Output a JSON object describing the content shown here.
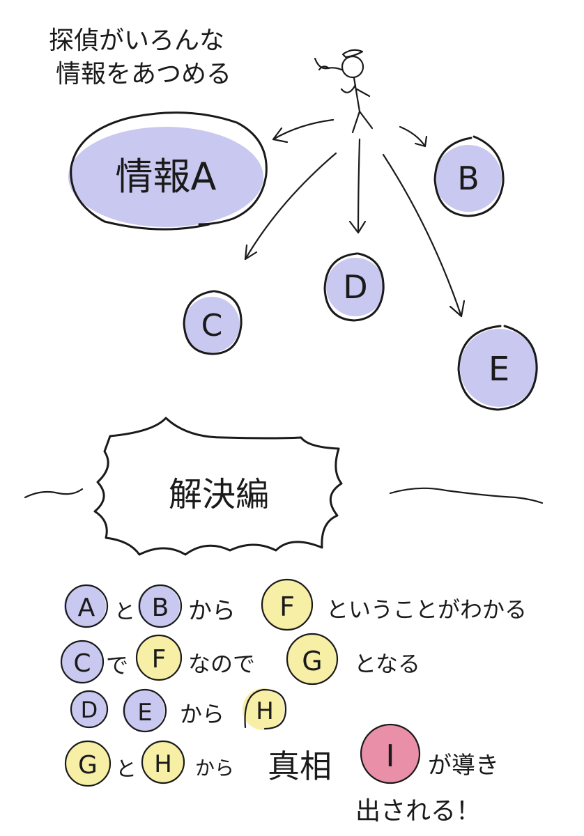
{
  "colors": {
    "ink": "#1a1a1a",
    "info_fill": "#c9c8f0",
    "derived_fill": "#f8efa6",
    "truth_fill": "#e98fa8",
    "background": "#ffffff"
  },
  "intro": {
    "line1": "探偵がいろんな",
    "line2": "情報をあつめる"
  },
  "detective": {
    "icon": "stick-figure-detective-icon"
  },
  "info_nodes": [
    {
      "id": "A",
      "label": "情報A"
    },
    {
      "id": "B",
      "label": "B"
    },
    {
      "id": "C",
      "label": "C"
    },
    {
      "id": "D",
      "label": "D"
    },
    {
      "id": "E",
      "label": "E"
    }
  ],
  "section_title": "解決編",
  "solution": {
    "line1": {
      "a": "A",
      "t1": "と",
      "b": "B",
      "t2": "から",
      "f": "F",
      "t3": "ということがわかる"
    },
    "line2": {
      "c": "C",
      "t1": "で",
      "f": "F",
      "t2": "なので",
      "g": "G",
      "t3": "となる"
    },
    "line3": {
      "d": "D",
      "e": "E",
      "t1": "から",
      "h": "H"
    },
    "line4": {
      "g": "G",
      "t1": "と",
      "h": "H",
      "t2": "から",
      "t3": "真相",
      "i": "I",
      "t4": "が導き"
    },
    "line5": {
      "t1": "出される！"
    }
  }
}
